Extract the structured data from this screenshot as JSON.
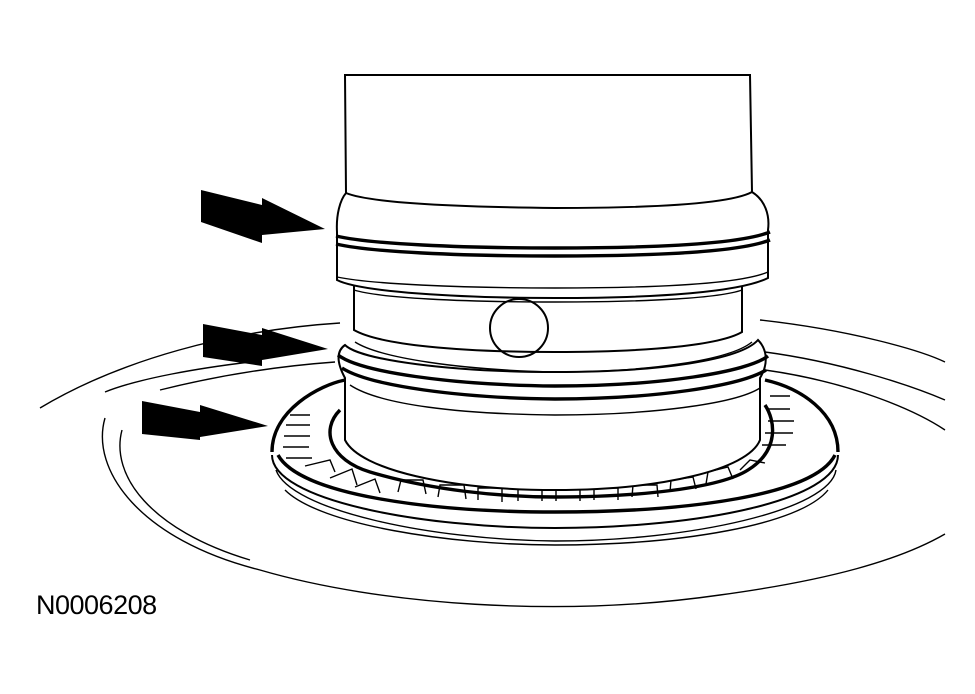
{
  "figure": {
    "label": "N0006208",
    "subject": "cylindrical component with grooves seated on toothed sensor ring over disc",
    "background_color": "#ffffff",
    "line_color": "#000000"
  },
  "callouts": [
    {
      "name": "arrow-upper-groove",
      "points_to": "upper groove on cylinder collar"
    },
    {
      "name": "arrow-middle-groove",
      "points_to": "groove on lower collar"
    },
    {
      "name": "arrow-tone-ring",
      "points_to": "toothed sensor ring"
    }
  ]
}
